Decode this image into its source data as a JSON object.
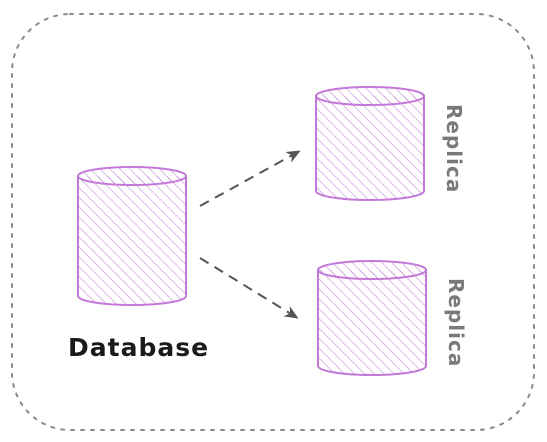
{
  "diagram": {
    "nodes": {
      "primary": {
        "label": "Database"
      },
      "replica_top": {
        "label": "Replica"
      },
      "replica_bottom": {
        "label": "Replica"
      }
    },
    "edges": [
      {
        "from": "primary",
        "to": "replica_top",
        "style": "dashed"
      },
      {
        "from": "primary",
        "to": "replica_bottom",
        "style": "dashed"
      }
    ]
  },
  "colors": {
    "cylinder_stroke": "#c479d8",
    "cylinder_hatch": "#c58bd8",
    "arrow": "#555555",
    "container_border": "#8a8a8a",
    "label_dark": "#1a1a1a",
    "label_gray": "#7a7a7a"
  }
}
